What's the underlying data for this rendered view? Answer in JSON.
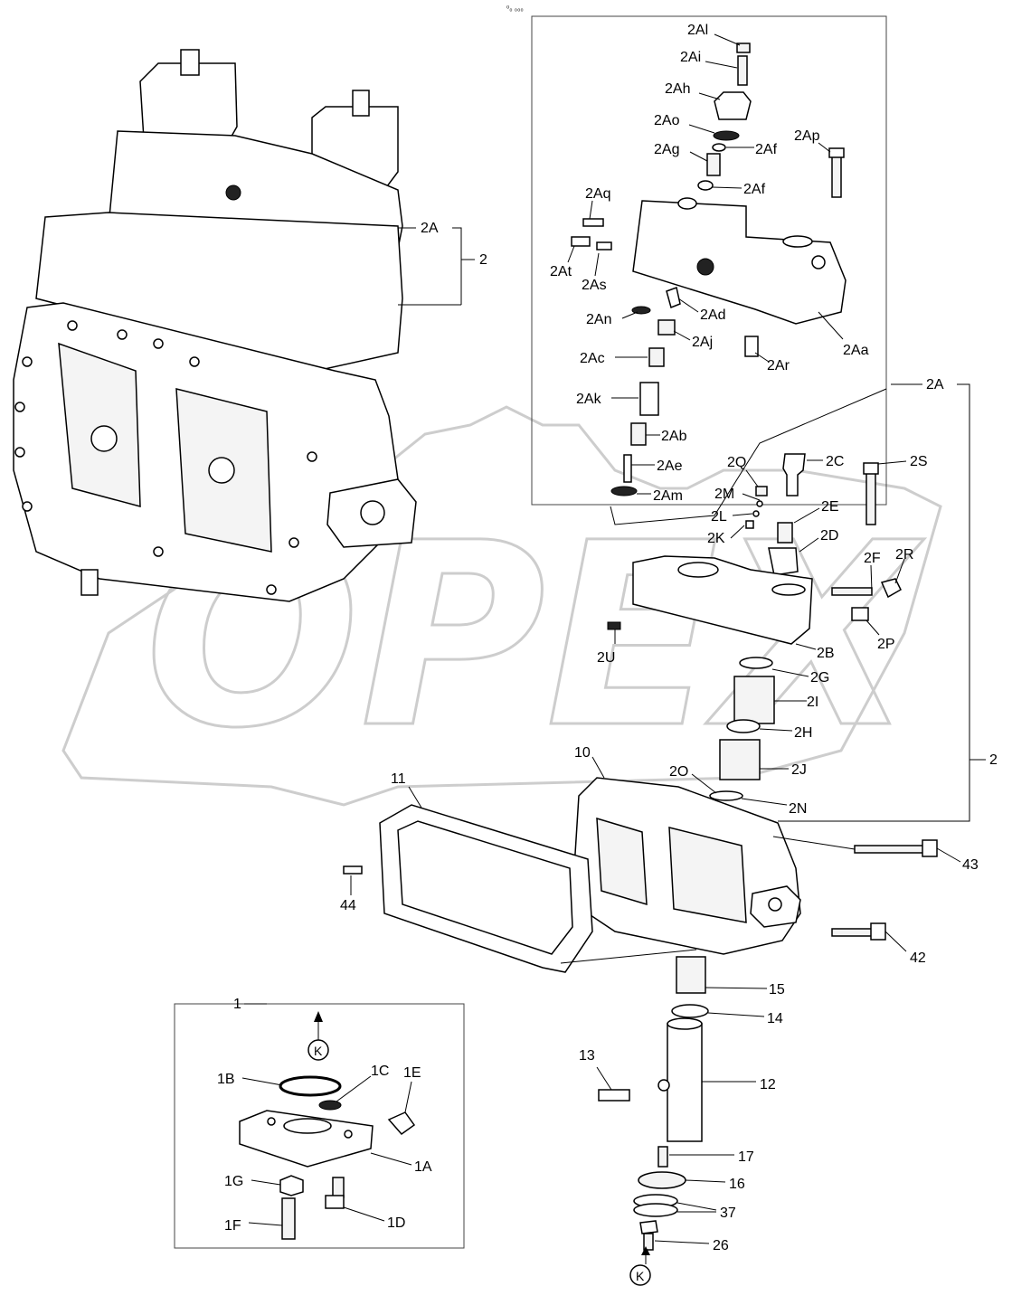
{
  "header_mark": "⁰₀ ₀₀₀",
  "watermark": "OPEX",
  "labels": {
    "2Al": "2Al",
    "2Ai": "2Ai",
    "2Ah": "2Ah",
    "2Ao": "2Ao",
    "2Ag": "2Ag",
    "2Af_1": "2Af",
    "2Af_2": "2Af",
    "2Ap": "2Ap",
    "2Aq": "2Aq",
    "2At": "2At",
    "2As": "2As",
    "2An": "2An",
    "2Ad": "2Ad",
    "2Aj": "2Aj",
    "2Ac": "2Ac",
    "2Ar": "2Ar",
    "2Aa": "2Aa",
    "2Ak": "2Ak",
    "2Ab": "2Ab",
    "2Ae": "2Ae",
    "2Am": "2Am",
    "2A_top": "2A",
    "2_top": "2",
    "2A_right": "2A",
    "2_right": "2",
    "2Q": "2Q",
    "2C": "2C",
    "2S": "2S",
    "2M": "2M",
    "2E": "2E",
    "2L": "2L",
    "2K": "2K",
    "2D": "2D",
    "2F": "2F",
    "2R": "2R",
    "2U": "2U",
    "2P": "2P",
    "2B": "2B",
    "2G": "2G",
    "2I": "2I",
    "2H": "2H",
    "2J": "2J",
    "10": "10",
    "2O": "2O",
    "2N": "2N",
    "11": "11",
    "43": "43",
    "44": "44",
    "42": "42",
    "15": "15",
    "14": "14",
    "13": "13",
    "12": "12",
    "17": "17",
    "16": "16",
    "37": "37",
    "26": "26",
    "K_bottom": "K",
    "1": "1",
    "K_box": "K",
    "1B": "1B",
    "1C": "1C",
    "1E": "1E",
    "1A": "1A",
    "1G": "1G",
    "1D": "1D",
    "1F": "1F"
  }
}
